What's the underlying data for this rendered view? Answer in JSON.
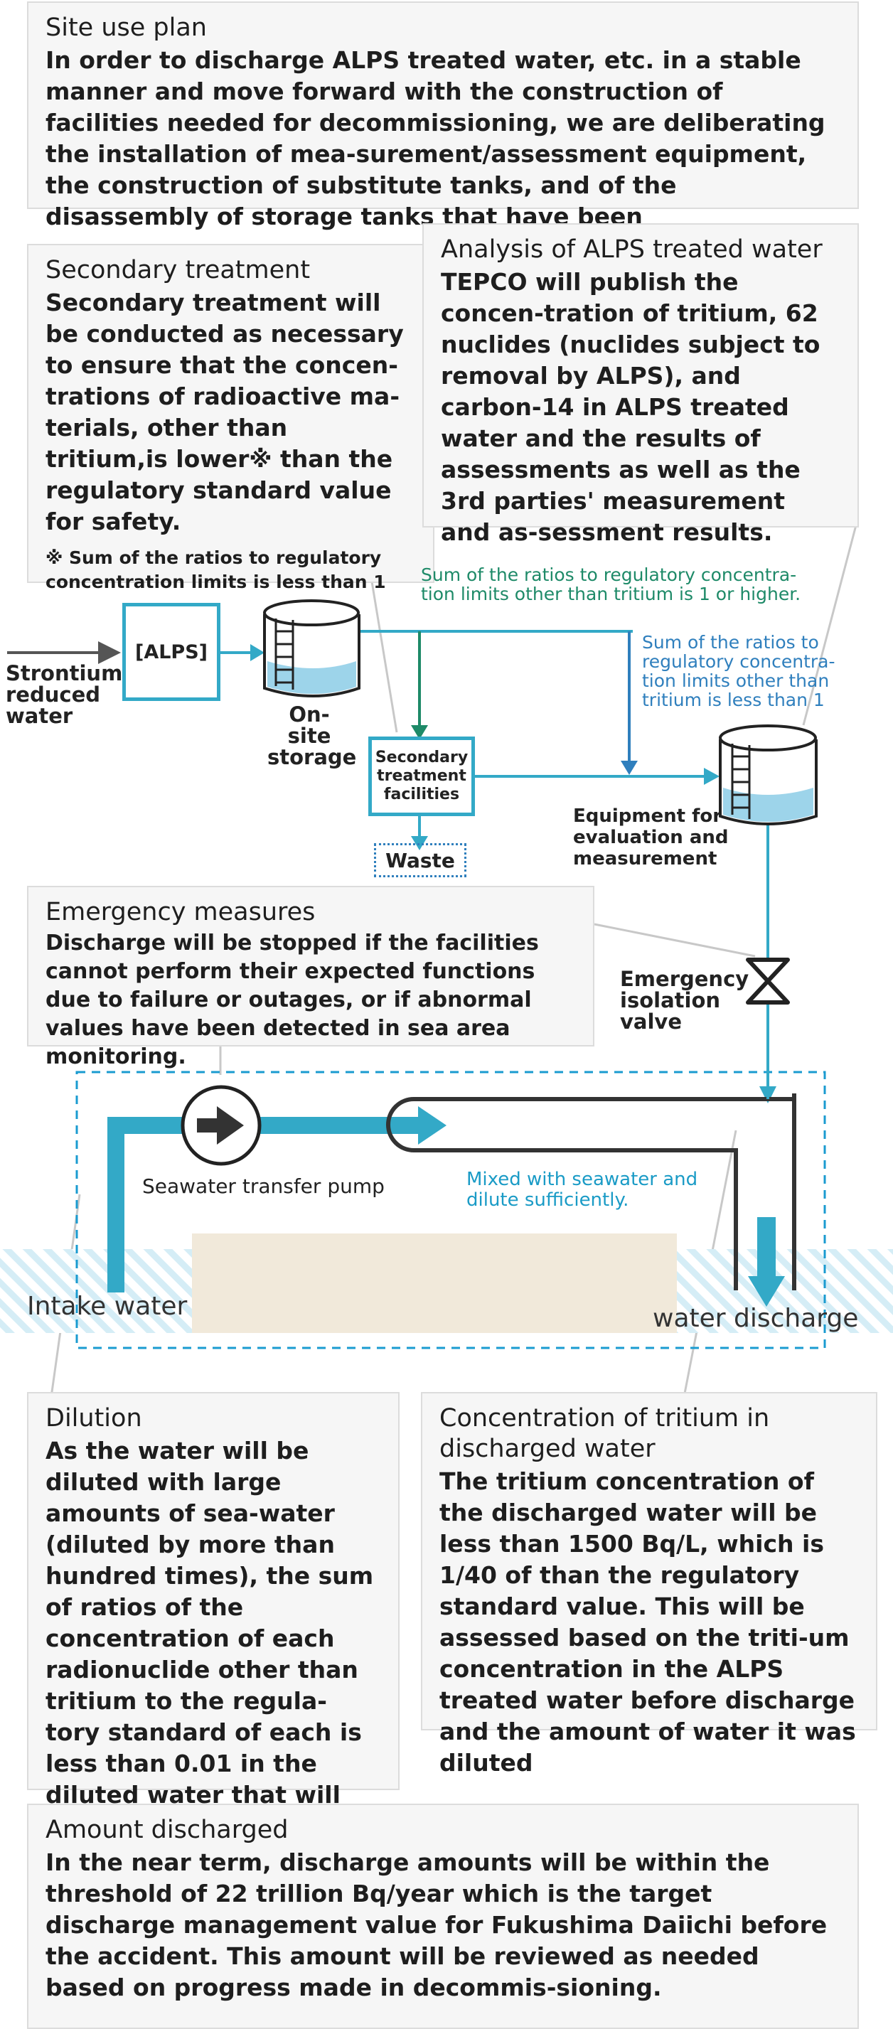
{
  "site_use_plan": {
    "title": "Site use plan",
    "body": "In order to discharge ALPS treated water, etc. in a stable manner and move forward with the construction of facilities needed for decommissioning, we are deliberating the installation of mea-surement/assessment equipment, the construction of substitute tanks, and of the disassembly of storage tanks that have been"
  },
  "secondary_treatment": {
    "title": "Secondary treatment",
    "body": "Secondary treatment will be conducted as necessary to ensure that the concen-trations of radioactive ma-terials, other than tritium,is lower※ than the regulatory standard value for safety.",
    "note": "※ Sum of the ratios to regulatory concentration limits is less than 1"
  },
  "analysis": {
    "title": "Analysis of ALPS treated water",
    "body": "TEPCO will publish the concen-tration of tritium, 62 nuclides (nuclides subject to removal by ALPS), and carbon-14 in ALPS treated water and the results of assessments as well as the 3rd parties' measurement and as-sessment results."
  },
  "emergency": {
    "title": "Emergency measures",
    "body": "Discharge will be stopped if the facilities cannot perform their expected functions due to failure or outages, or if abnormal values have been detected in sea area monitoring."
  },
  "dilution": {
    "title": "Dilution",
    "body": "As the water will be diluted with large amounts of sea-water (diluted by more than hundred times), the sum of ratios of the concentration of each radionuclide other than tritium to the regula-tory standard of each is less than 0.01 in the diluted water that will be dis-charged."
  },
  "tritium": {
    "title": "Concentration of tritium in discharged water",
    "body": "The tritium concentration of the discharged water will be less than 1500 Bq/L, which is 1/40 of than the regulatory standard value. This will be assessed based on the triti-um concentration in the ALPS treated water before discharge and the amount of water it was diluted"
  },
  "amount": {
    "title": "Amount discharged",
    "body": "In the near term, discharge amounts will be within the threshold of 22 trillion Bq/year which is the target discharge management value for Fukushima Daiichi before the accident. This amount will be reviewed as needed based on progress made in decommis-sioning."
  },
  "flow": {
    "strontium": "Strontium reduced water",
    "alps": "[ALPS]",
    "onsite": "On-site storage",
    "secondary_facilities": "Secondary treatment facilities",
    "waste": "Waste",
    "green_label": "Sum of the ratios to regulatory concentra-tion limits other than tritium is 1 or higher.",
    "blue_label": "Sum of the ratios to regulatory concentra-tion limits other than tritium is less than 1",
    "equipment": "Equipment for evaluation and measurement",
    "valve": "Emergency isolation valve",
    "pump": "Seawater transfer pump",
    "mixed": "Mixed with seawater and dilute sufficiently.",
    "intake": "Intake water",
    "discharge": "water discharge"
  },
  "colors": {
    "pipe": "#33a9c7",
    "green": "#1e8a68",
    "blue": "#2f7fbd",
    "box_bg": "#f6f6f6",
    "sand": "#f1e9da"
  }
}
